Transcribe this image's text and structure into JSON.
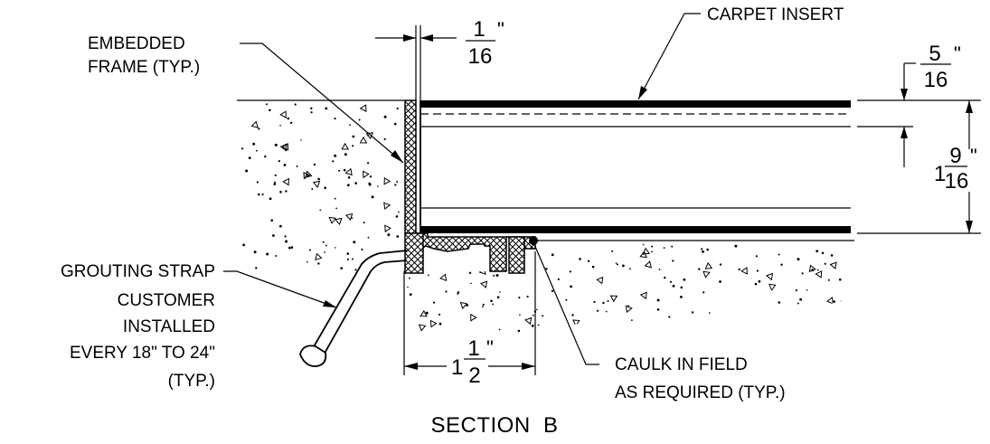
{
  "labels": {
    "embedded_frame_line1": "EMBEDDED",
    "embedded_frame_line2": "FRAME (TYP.)",
    "carpet_insert": "CARPET INSERT",
    "grouting_line1": "GROUTING STRAP",
    "grouting_line2": "CUSTOMER",
    "grouting_line3": "INSTALLED",
    "grouting_line4": "EVERY 18\" TO 24\"",
    "grouting_line5": "(TYP.)",
    "caulk_line1": "CAULK IN FIELD",
    "caulk_line2": "AS REQUIRED (TYP.)"
  },
  "dimensions": {
    "gap": {
      "numerator": "1",
      "denominator": "16",
      "unit": "\""
    },
    "carpet_thickness": {
      "numerator": "5",
      "denominator": "16",
      "unit": "\""
    },
    "depth": {
      "whole": "1",
      "numerator": "9",
      "denominator": "16",
      "unit": "\""
    },
    "flange_width": {
      "whole": "1",
      "numerator": "1",
      "denominator": "2",
      "unit": "\""
    }
  },
  "title": "SECTION  B"
}
